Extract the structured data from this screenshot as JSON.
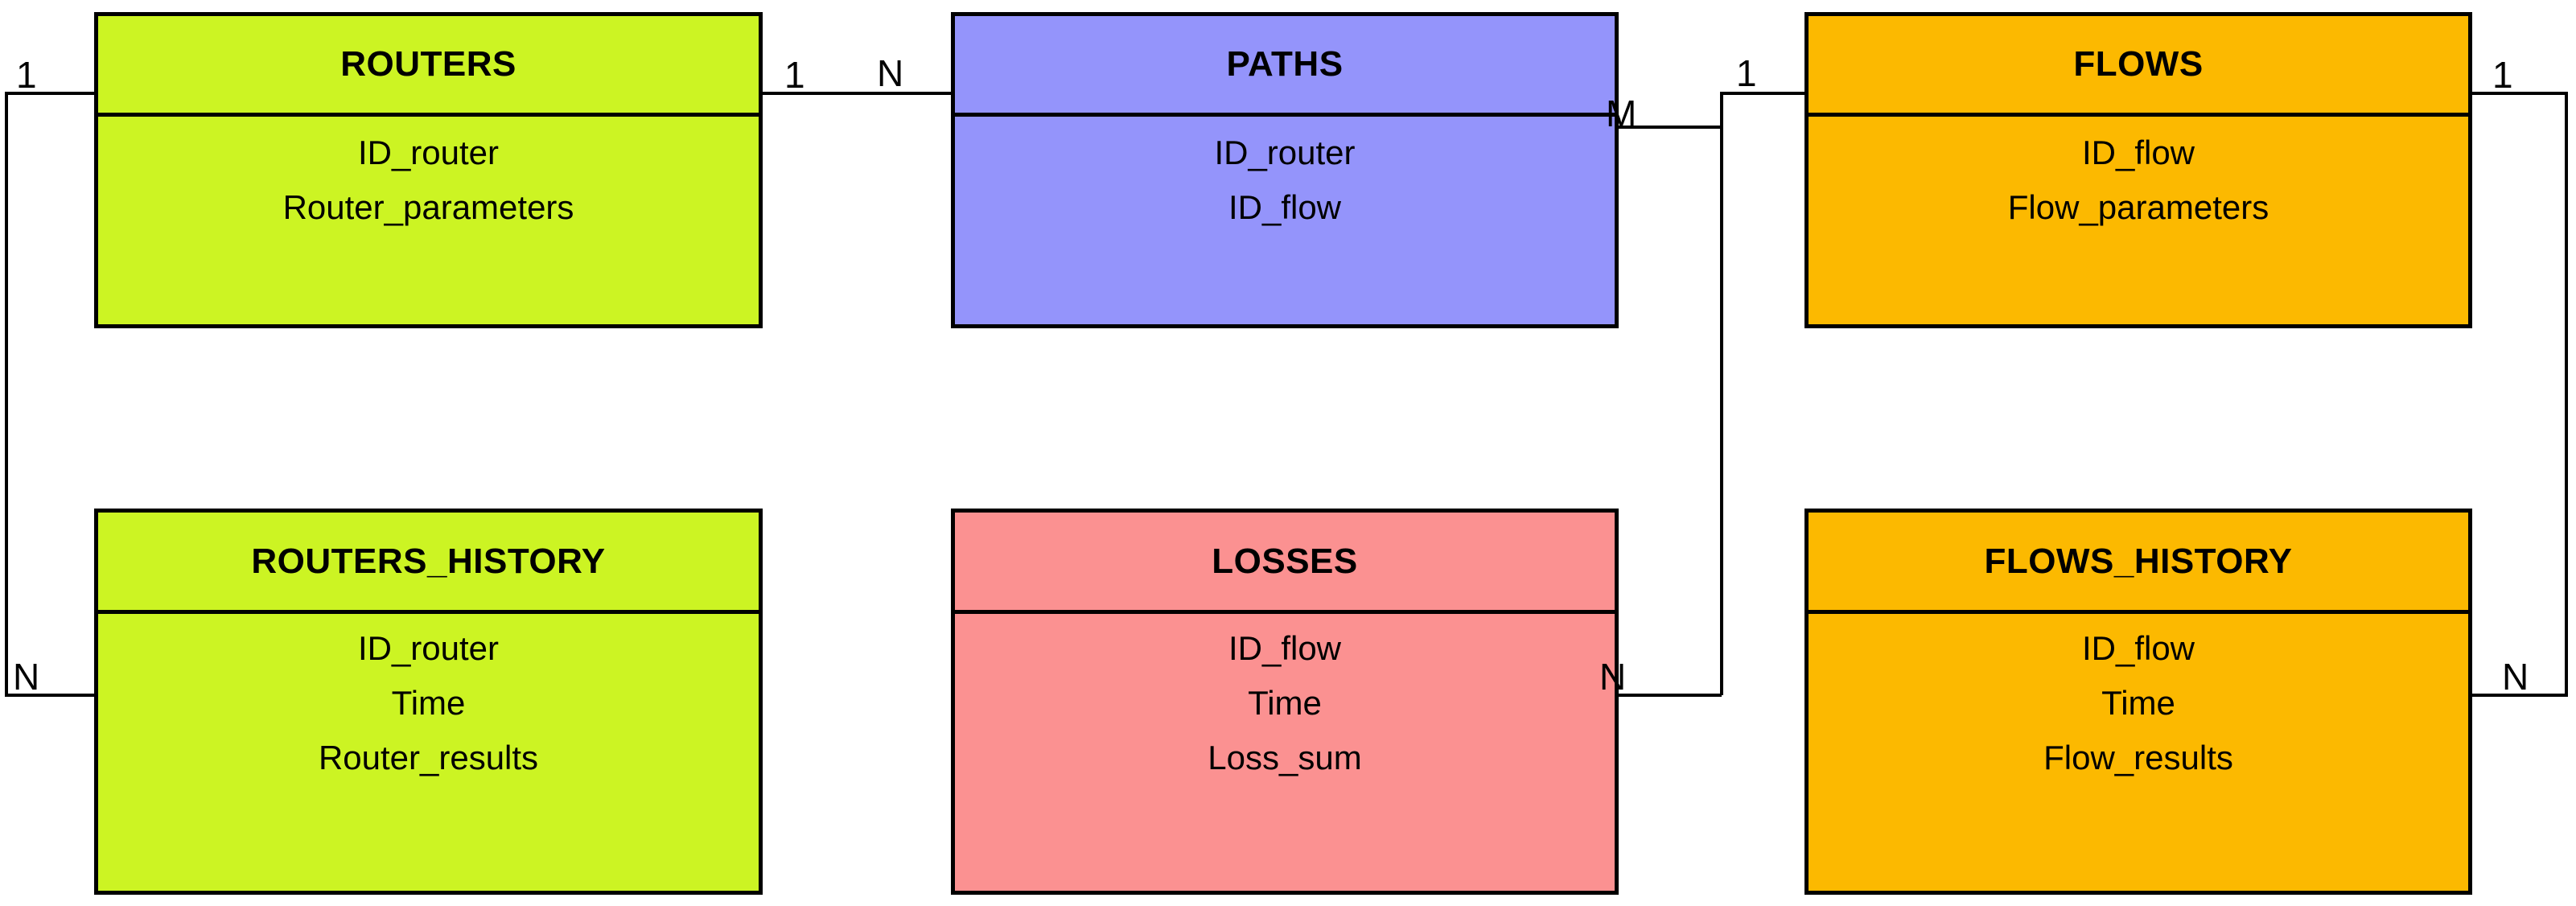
{
  "diagram": {
    "title": "Network database entity-relationship diagram",
    "background_color": "#ffffff",
    "line_color": "#000000"
  },
  "colors": {
    "routers_green": "#CCF423",
    "paths_purple": "#9494FB",
    "flows_orange": "#FCB900",
    "losses_pink": "#FB9191",
    "border": "#000000"
  },
  "entities": [
    {
      "id": "routers",
      "name": "ROUTERS",
      "color": "#CCF423",
      "attributes": [
        "ID_router",
        "Router_parameters"
      ]
    },
    {
      "id": "paths",
      "name": "PATHS",
      "color": "#9494FB",
      "attributes": [
        "ID_router",
        "ID_flow"
      ]
    },
    {
      "id": "flows",
      "name": "FLOWS",
      "color": "#FCB900",
      "attributes": [
        "ID_flow",
        "Flow_parameters"
      ]
    },
    {
      "id": "routers_history",
      "name": "ROUTERS_HISTORY",
      "color": "#CCF423",
      "attributes": [
        "ID_router",
        "Time",
        "Router_results"
      ]
    },
    {
      "id": "losses",
      "name": "LOSSES",
      "color": "#FB9191",
      "attributes": [
        "ID_flow",
        "Time",
        "Loss_sum"
      ]
    },
    {
      "id": "flows_history",
      "name": "FLOWS_HISTORY",
      "color": "#FCB900",
      "attributes": [
        "ID_flow",
        "Time",
        "Flow_results"
      ]
    }
  ],
  "relationships": [
    {
      "id": "routers-paths",
      "from": "ROUTERS.ID_router",
      "to": "PATHS.ID_router",
      "from_cardinality": "1",
      "to_cardinality": "N"
    },
    {
      "id": "paths-flows",
      "from": "PATHS.ID_flow",
      "to": "FLOWS.ID_flow",
      "from_cardinality": "M",
      "to_cardinality": "1"
    },
    {
      "id": "routers-routers_history",
      "from": "ROUTERS.ID_router",
      "to": "ROUTERS_HISTORY.ID_router",
      "from_cardinality": "1",
      "to_cardinality": "N"
    },
    {
      "id": "flows-losses",
      "from": "FLOWS.ID_flow",
      "to": "LOSSES.ID_flow",
      "from_cardinality": "1",
      "to_cardinality": "N"
    },
    {
      "id": "flows-flows_history",
      "from": "FLOWS.ID_flow",
      "to": "FLOWS_HISTORY.ID_flow",
      "from_cardinality": "1",
      "to_cardinality": "N"
    }
  ],
  "cardinality_labels": {
    "routers_left_1": "1",
    "routers_right_1": "1",
    "paths_left_n": "N",
    "paths_right_m": "M",
    "flows_left_1": "1",
    "flows_right_1": "1",
    "routers_history_left_n": "N",
    "losses_right_n": "N",
    "flows_history_right_n": "N"
  }
}
